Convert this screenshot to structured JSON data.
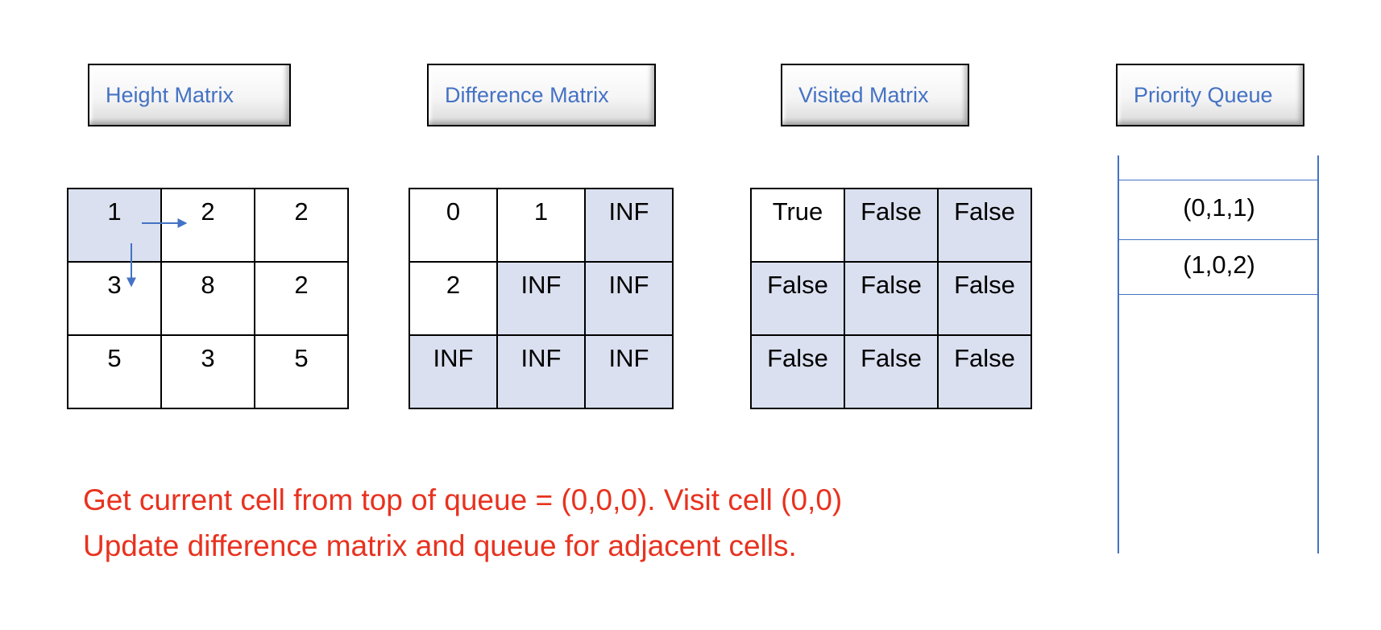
{
  "titles": {
    "height": "Height Matrix",
    "difference": "Difference Matrix",
    "visited": "Visited Matrix",
    "queue": "Priority Queue"
  },
  "height_matrix": [
    [
      {
        "v": "1",
        "shaded": true
      },
      {
        "v": "2",
        "shaded": false
      },
      {
        "v": "2",
        "shaded": false
      }
    ],
    [
      {
        "v": "3",
        "shaded": false
      },
      {
        "v": "8",
        "shaded": false
      },
      {
        "v": "2",
        "shaded": false
      }
    ],
    [
      {
        "v": "5",
        "shaded": false
      },
      {
        "v": "3",
        "shaded": false
      },
      {
        "v": "5",
        "shaded": false
      }
    ]
  ],
  "difference_matrix": [
    [
      {
        "v": "0",
        "shaded": false
      },
      {
        "v": "1",
        "shaded": false
      },
      {
        "v": "INF",
        "shaded": true
      }
    ],
    [
      {
        "v": "2",
        "shaded": false
      },
      {
        "v": "INF",
        "shaded": true
      },
      {
        "v": "INF",
        "shaded": true
      }
    ],
    [
      {
        "v": "INF",
        "shaded": true
      },
      {
        "v": "INF",
        "shaded": true
      },
      {
        "v": "INF",
        "shaded": true
      }
    ]
  ],
  "visited_matrix": [
    [
      {
        "v": "True",
        "shaded": false
      },
      {
        "v": "False",
        "shaded": true
      },
      {
        "v": "False",
        "shaded": true
      }
    ],
    [
      {
        "v": "False",
        "shaded": true
      },
      {
        "v": "False",
        "shaded": true
      },
      {
        "v": "False",
        "shaded": true
      }
    ],
    [
      {
        "v": "False",
        "shaded": true
      },
      {
        "v": "False",
        "shaded": true
      },
      {
        "v": "False",
        "shaded": true
      }
    ]
  ],
  "queue_items": [
    "(0,1,1)",
    "(1,0,2)"
  ],
  "message": {
    "line1": "Get current cell from top of queue = (0,0,0). Visit cell (0,0)",
    "line2": "Update difference matrix and queue for adjacent cells."
  },
  "colors": {
    "accent": "#4472c4",
    "shade": "#dae0ef",
    "message": "#e8321f"
  }
}
